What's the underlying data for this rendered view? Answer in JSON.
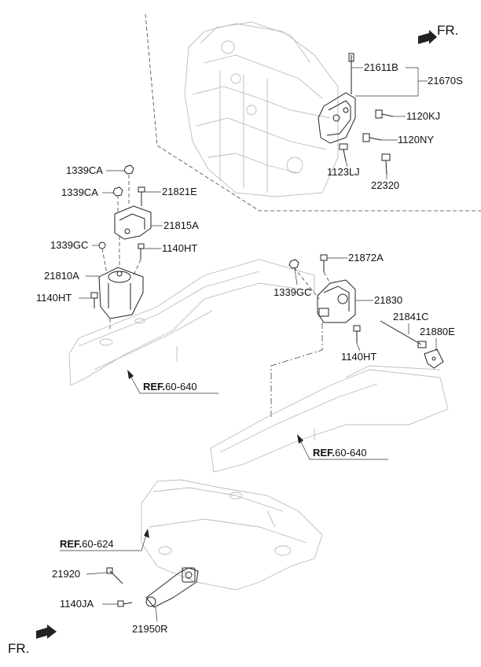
{
  "orientation": {
    "front_label": "FR."
  },
  "parts": {
    "p21611B": "21611B",
    "p21670S": "21670S",
    "p1120KJ": "1120KJ",
    "p1120NY": "1120NY",
    "p1123LJ": "1123LJ",
    "p22320": "22320",
    "p1339CA_top": "1339CA",
    "p1339CA_second": "1339CA",
    "p21821E": "21821E",
    "p21815A": "21815A",
    "p1339GC_left": "1339GC",
    "p1140HT_upper": "1140HT",
    "p21810A": "21810A",
    "p1140HT_left": "1140HT",
    "p21872A": "21872A",
    "p1339GC_right": "1339GC",
    "p21830": "21830",
    "p21841C": "21841C",
    "p21880E": "21880E",
    "p1140HT_right": "1140HT",
    "p21920": "21920",
    "p1140JA": "1140JA",
    "p21950R": "21950R"
  },
  "references": {
    "ref_left": {
      "prefix": "REF.",
      "number": "60-640"
    },
    "ref_right": {
      "prefix": "REF.",
      "number": "60-640"
    },
    "ref_bottom": {
      "prefix": "REF.",
      "number": "60-624"
    }
  }
}
